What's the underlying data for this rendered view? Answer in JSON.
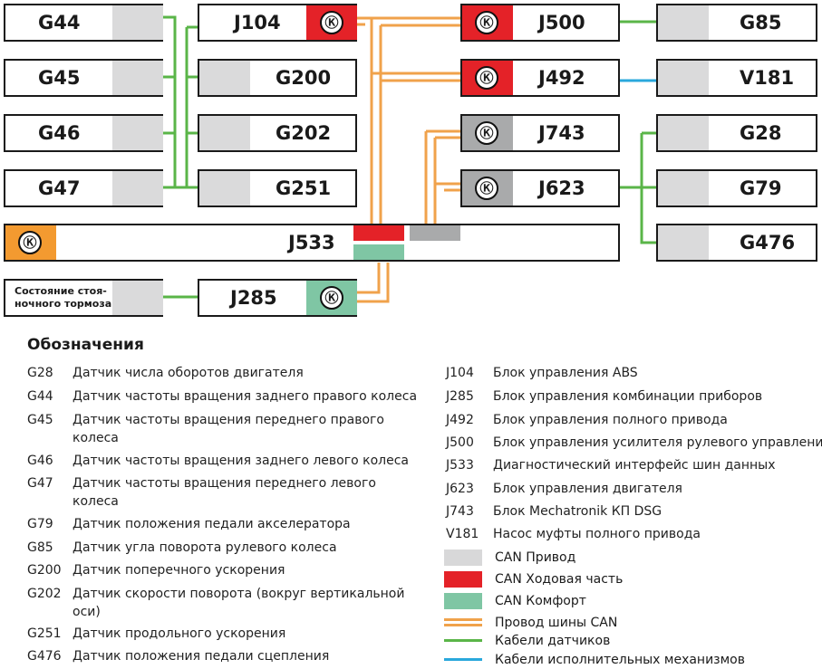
{
  "boxes": {
    "g44": "G44",
    "g45": "G45",
    "g46": "G46",
    "g47": "G47",
    "j104": "J104",
    "g200": "G200",
    "g202": "G202",
    "g251": "G251",
    "j500": "J500",
    "j492": "J492",
    "j743": "J743",
    "j623": "J623",
    "g85": "G85",
    "v181": "V181",
    "g28": "G28",
    "g79": "G79",
    "g476": "G476",
    "j533": "J533",
    "j285": "J285",
    "parking_brake": "Состояние стоя-\nночного тормоза"
  },
  "colors": {
    "can_drive": "#d8d8d9",
    "can_chassis": "#e42228",
    "can_comfort": "#7fc6a4",
    "can_wire": "#f0a24b",
    "sensor_cable": "#5ab548",
    "actuator_cable": "#2aa8dc",
    "orange_box": "#f39a30"
  },
  "legend": {
    "title": "Обозначения",
    "left": [
      {
        "code": "G28",
        "desc": "Датчик числа оборотов двигателя"
      },
      {
        "code": "G44",
        "desc": "Датчик частоты вращения заднего правого колеса"
      },
      {
        "code": "G45",
        "desc": "Датчик частоты вращения переднего правого\nколеса"
      },
      {
        "code": "G46",
        "desc": "Датчик частоты вращения заднего левого колеса"
      },
      {
        "code": "G47",
        "desc": "Датчик частоты вращения переднего левого\nколеса"
      },
      {
        "code": "G79",
        "desc": "Датчик положения педали акселератора"
      },
      {
        "code": "G85",
        "desc": "Датчик угла поворота рулевого колеса"
      },
      {
        "code": "G200",
        "desc": "Датчик поперечного ускорения"
      },
      {
        "code": "G202",
        "desc": "Датчик скорости поворота (вокруг вертикальной\nоси)"
      },
      {
        "code": "G251",
        "desc": "Датчик продольного ускорения"
      },
      {
        "code": "G476",
        "desc": "Датчик положения педали сцепления"
      }
    ],
    "right": [
      {
        "code": "J104",
        "desc": "Блок управления ABS"
      },
      {
        "code": "J285",
        "desc": "Блок управления комбинации приборов"
      },
      {
        "code": "J492",
        "desc": "Блок управления полного привода"
      },
      {
        "code": "J500",
        "desc": "Блок управления усилителя рулевого управления"
      },
      {
        "code": "J533",
        "desc": "Диагностический интерфейс шин данных"
      },
      {
        "code": "J623",
        "desc": "Блок управления двигателя"
      },
      {
        "code": "J743",
        "desc": "Блок Mechatronik КП DSG"
      },
      {
        "code": "V181",
        "desc": "Насос муфты полного привода"
      }
    ],
    "keys": [
      {
        "label": "CAN Привод"
      },
      {
        "label": "CAN Ходовая часть"
      },
      {
        "label": "CAN Комфорт"
      },
      {
        "label": "Провод шины CAN"
      },
      {
        "label": "Кабели датчиков"
      },
      {
        "label": "Кабели исполнительных механизмов"
      }
    ]
  }
}
